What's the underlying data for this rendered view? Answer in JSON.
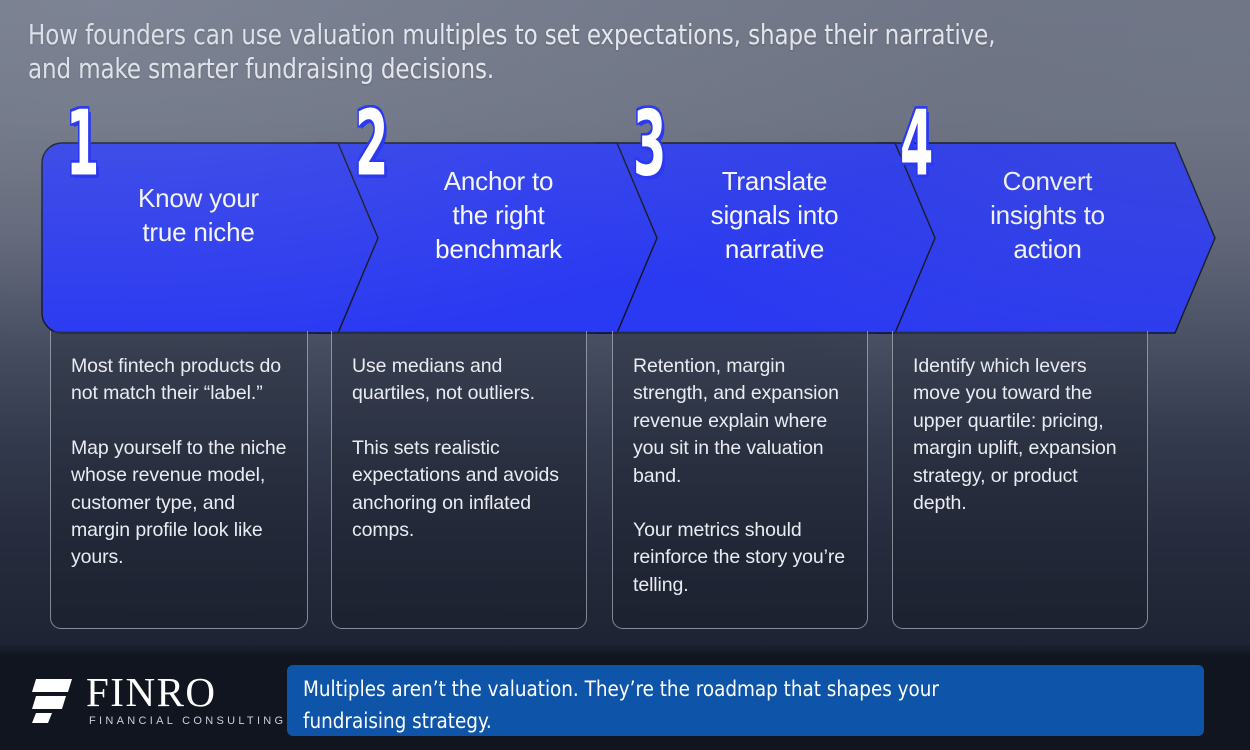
{
  "headline": "How founders can use valuation multiples to set expectations, shape their narrative,\nand make smarter fundraising decisions.",
  "colors": {
    "chevron_blue": "#2a39f2",
    "banner_blue": "#0e54a9",
    "footer_bg": "#10151f",
    "card_border": "#d6dae4",
    "text_light": "#e9ecf2"
  },
  "steps": [
    {
      "number": "1",
      "title": "Know your\ntrue niche",
      "paragraphs": [
        "Most fintech products do not match their “label.”",
        "Map yourself to the niche whose revenue model, customer type, and margin profile look like yours."
      ]
    },
    {
      "number": "2",
      "title": "Anchor to\nthe right\nbenchmark",
      "paragraphs": [
        "Use medians and quartiles, not outliers.",
        "This sets realistic expectations and avoids anchoring on inflated comps."
      ]
    },
    {
      "number": "3",
      "title": "Translate\nsignals into\nnarrative",
      "paragraphs": [
        "Retention, margin strength, and expansion revenue explain where you sit in the valuation band.",
        "Your metrics should reinforce the story you’re telling."
      ]
    },
    {
      "number": "4",
      "title": "Convert\ninsights to\naction",
      "paragraphs": [
        "Identify which levers move you toward the upper quartile: pricing, margin uplift, expansion strategy, or product depth.",
        ""
      ]
    }
  ],
  "footer": {
    "logo_name": "FINRO",
    "logo_subtitle": "FINANCIAL CONSULTING",
    "banner_text": "Multiples aren’t the valuation. They’re the roadmap that shapes your\nfundraising strategy."
  }
}
